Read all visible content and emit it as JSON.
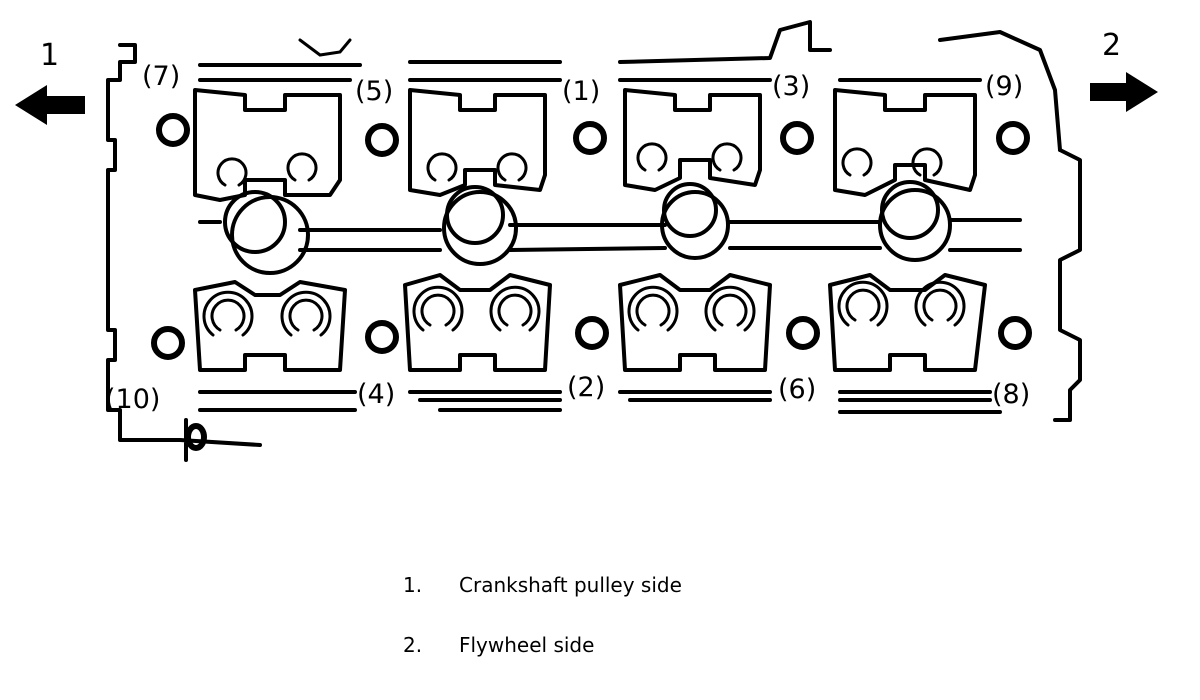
{
  "diagram": {
    "arrows": {
      "left_number": "1",
      "right_number": "2"
    },
    "bolt_labels": [
      {
        "id": "b7",
        "text": "(7)"
      },
      {
        "id": "b5",
        "text": "(5)"
      },
      {
        "id": "b1",
        "text": "(1)"
      },
      {
        "id": "b3",
        "text": "(3)"
      },
      {
        "id": "b9",
        "text": "(9)"
      },
      {
        "id": "b10",
        "text": "(10)"
      },
      {
        "id": "b4",
        "text": "(4)"
      },
      {
        "id": "b2",
        "text": "(2)"
      },
      {
        "id": "b6",
        "text": "(6)"
      },
      {
        "id": "b8",
        "text": "(8)"
      }
    ]
  },
  "legend": [
    {
      "number": "1.",
      "text": "Crankshaft pulley side"
    },
    {
      "number": "2.",
      "text": "Flywheel side"
    }
  ]
}
